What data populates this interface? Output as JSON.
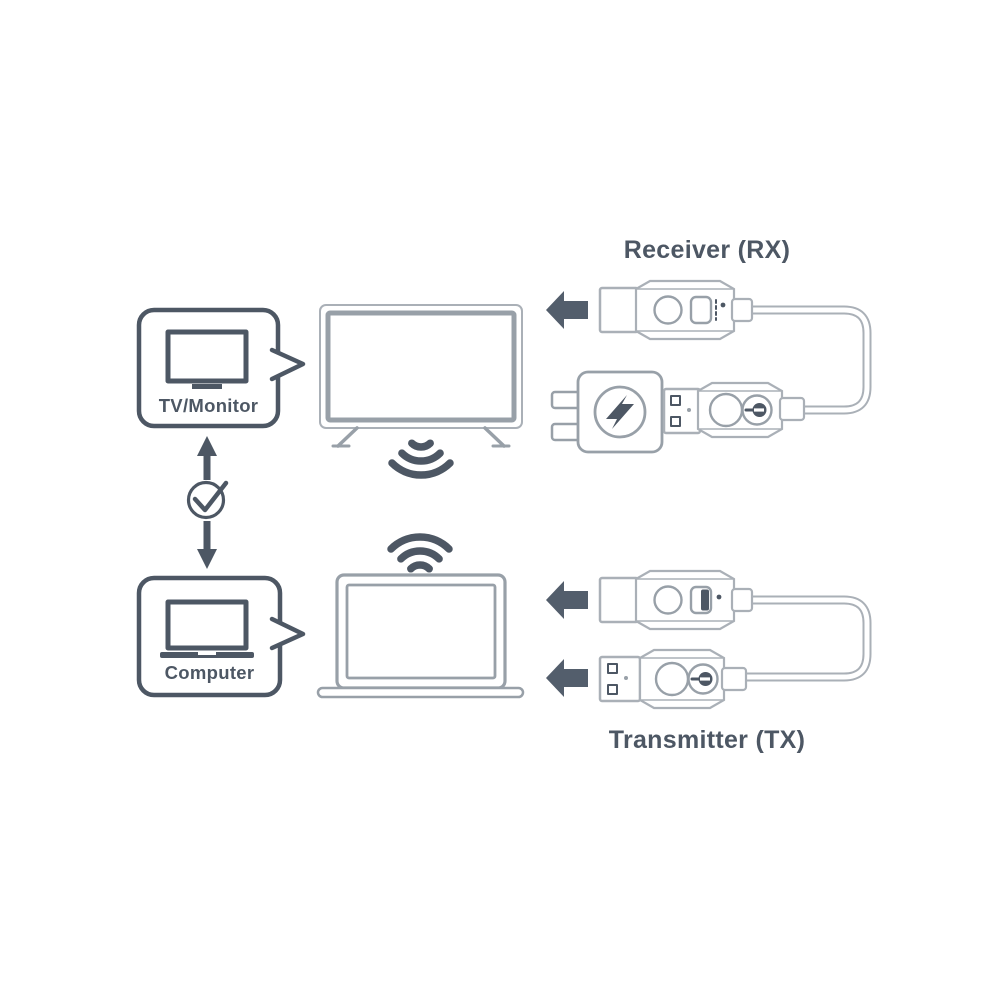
{
  "colors": {
    "ink": "#4d5764",
    "arrow": "#535e6c",
    "outline": "#aab0b7",
    "device": "#98a0a8",
    "bg": "#ffffff"
  },
  "labels": {
    "receiver": "Receiver (RX)",
    "transmitter": "Transmitter (TX)",
    "tv_monitor": "TV/Monitor",
    "computer": "Computer"
  }
}
